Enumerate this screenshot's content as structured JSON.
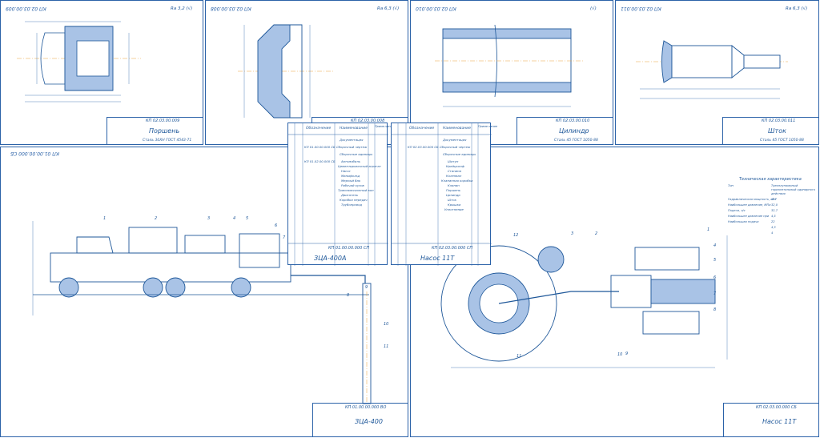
{
  "sheets": {
    "piston": {
      "code_stamp": "КП 02.03.00.009",
      "title_code": "КП 02.03.00.009",
      "title": "Поршень",
      "material": "Сталь 30ХН ГОСТ 4543-71",
      "roughness": "Ra 3,2 (√)"
    },
    "seat": {
      "code_stamp": "КП 02.03.00.008",
      "title_code": "КП 02.03.00.008",
      "roughness": "Ra 6,3 (√)"
    },
    "cylinder": {
      "code_stamp": "КП 02.03.00.010",
      "title_code": "КП 02.03.00.010",
      "title": "Цилиндр",
      "material": "Сталь 45 ГОСТ 1050-88",
      "roughness": "(√)"
    },
    "rod": {
      "code_stamp": "КП 02.03.00.011",
      "title_code": "КП 02.03.00.011",
      "title": "Шток",
      "material": "Сталь 45 ГОСТ 1050-88",
      "roughness": "Ra 6,3 (√)"
    },
    "assembly_unit": {
      "code_stamp": "КП 01.00.00.000 СБ",
      "title_code": "КП 01.00.00.000 ВО",
      "title": "ЗЦА-400",
      "callouts": [
        "1",
        "2",
        "3",
        "4",
        "5",
        "6",
        "7",
        "8",
        "9",
        "10",
        "11"
      ]
    },
    "pump": {
      "title_code": "КП 02.03.00.000 СБ",
      "title": "Насос 11Т",
      "tech_heading": "Техническая характеристика",
      "tech_rows": [
        "Тип",
        "Трехплунжерный",
        "горизонтальный одинарного",
        "действия",
        "Гидравлическая мощность, кВт",
        "Наибольшее давление, МПа",
        "Подача, л/с",
        "Наибольшее давление при",
        "Наибольшая подача"
      ],
      "tech_values": [
        "117",
        "32,0",
        "32,7",
        "4,5",
        "22",
        "4,3",
        "4"
      ],
      "callouts": [
        "1",
        "2",
        "3",
        "4",
        "5",
        "6",
        "7",
        "8",
        "9",
        "10",
        "11",
        "12"
      ]
    }
  },
  "specs": {
    "left": {
      "headers": [
        "Обозначение",
        "Наименование",
        "Приме-чание"
      ],
      "section": "Документация",
      "doc_row": "КП 01.00.00.000 СБ",
      "doc_name": "Сборочный чертеж",
      "section2": "Сборочные единицы",
      "unit_row": "КП 01.02.00.000 СБ",
      "items": [
        "Автомобиль",
        "Цементировочный агрегат",
        "Насос",
        "Манифольд",
        "Мерный бак",
        "Рабочий кузов",
        "Трансмиссионный вал",
        "Двигатель",
        "Коробка передач",
        "Трубопровод"
      ],
      "footer_code": "КП 01.00.00.000 СП",
      "footer_title": "ЗЦА-400А"
    },
    "right": {
      "headers": [
        "Обозначение",
        "Наименование",
        "Приме-чание"
      ],
      "section": "Документация",
      "doc_row": "КП 02.03.00.000 СБ",
      "doc_name": "Сборочный чертеж",
      "section2": "Сборочные единицы",
      "items": [
        "Шатун",
        "Крейцкопф",
        "Станина",
        "Коленвал",
        "Клапанная коробка",
        "Клапан",
        "Поршень",
        "Цилиндр",
        "Шток",
        "Крышка",
        "Уплотнение"
      ],
      "footer_code": "КП 02.03.00.000 СП",
      "footer_title": "Насос 11Т"
    }
  },
  "colors": {
    "line": "#2b62a8",
    "dark": "#1e5799",
    "hatch": "#5b86c4",
    "fill": "#a9c3e6",
    "center": "#e9a23b"
  }
}
